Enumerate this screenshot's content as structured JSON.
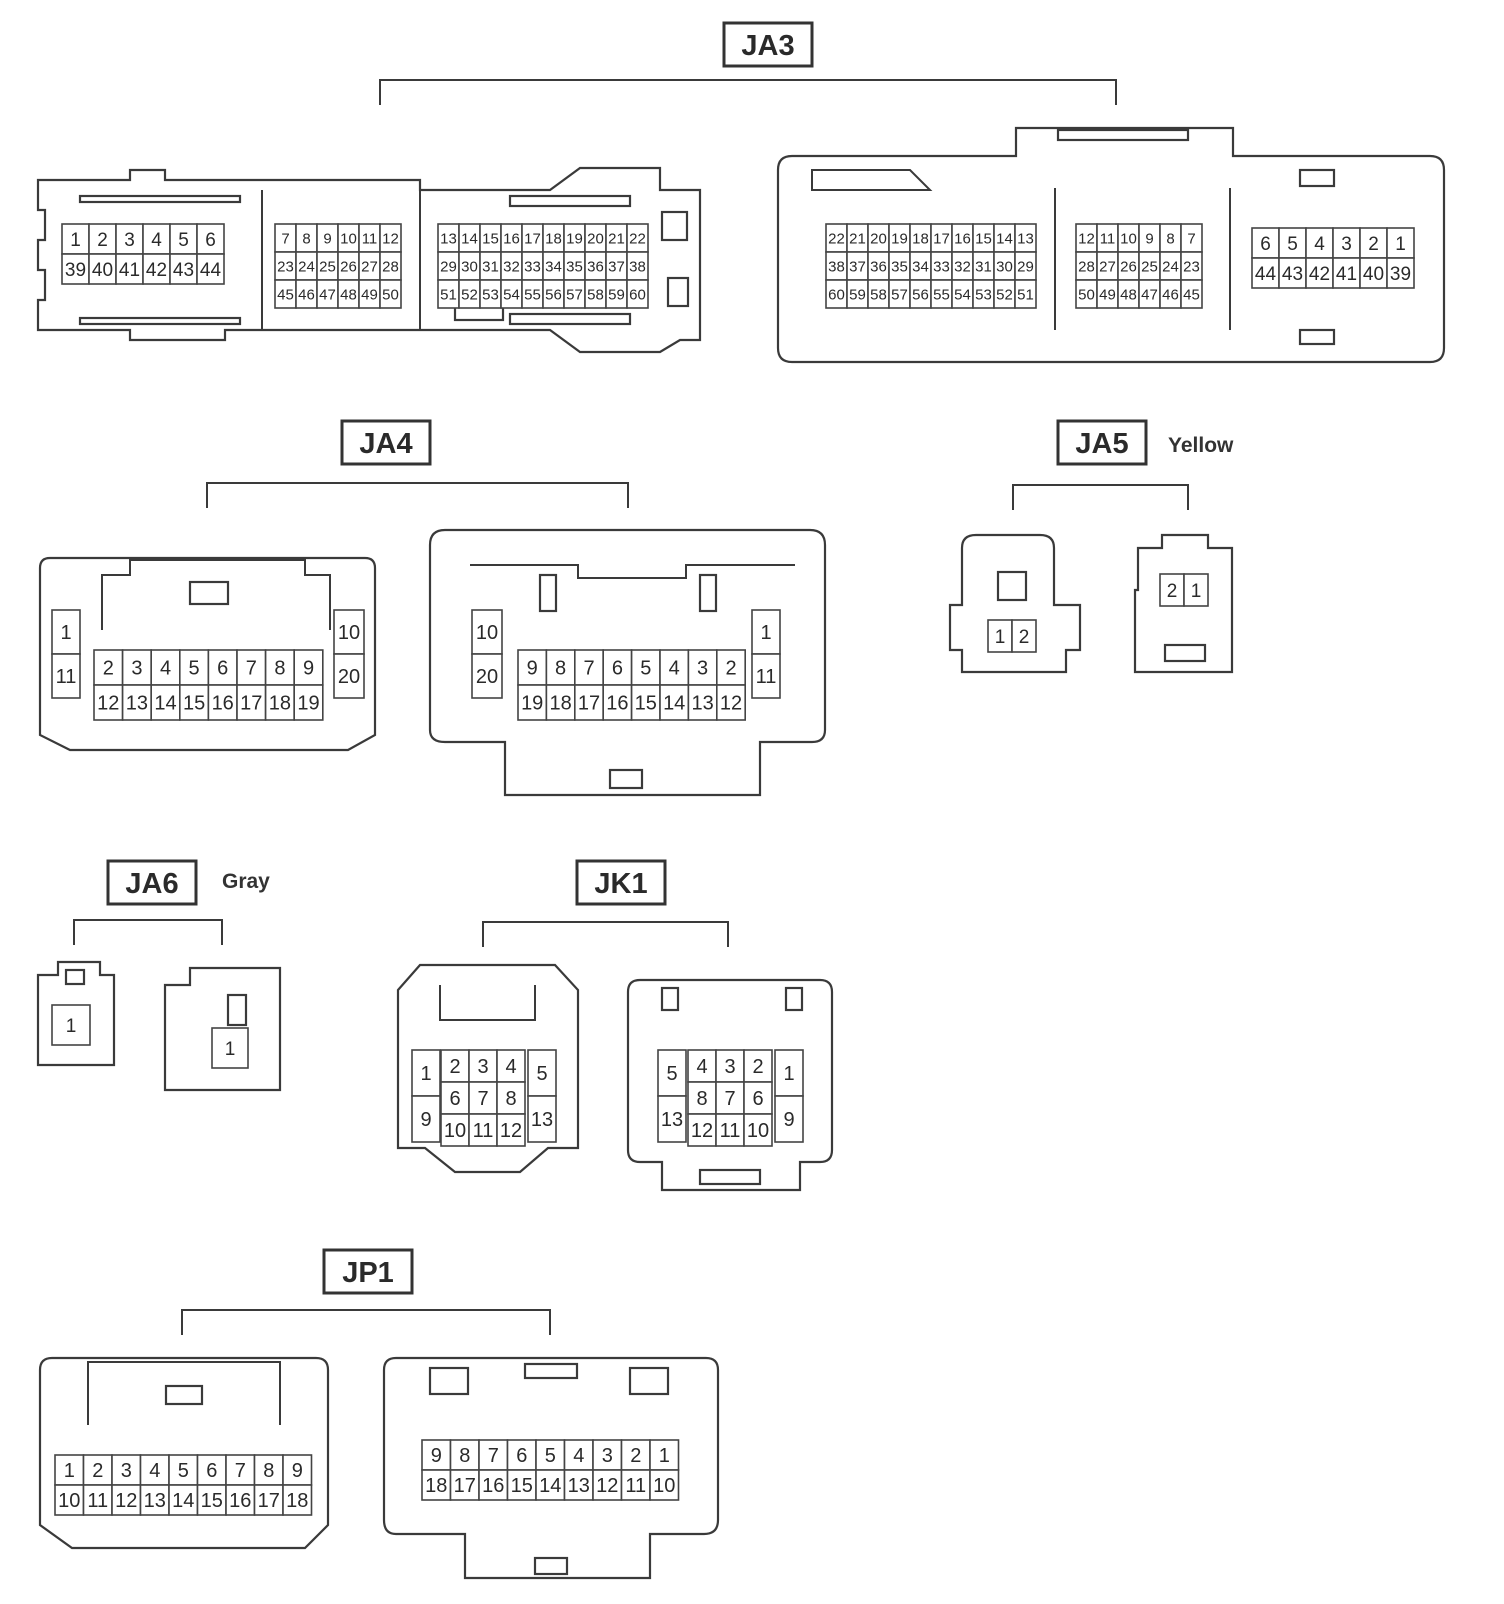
{
  "connectors": [
    {
      "id": "ja3",
      "label": "JA3",
      "color": "",
      "views": [
        [
          {
            "rows": [
              [
                "1",
                "2",
                "3",
                "4",
                "5",
                "6"
              ],
              [
                "39",
                "40",
                "41",
                "42",
                "43",
                "44"
              ]
            ]
          },
          {
            "rows": [
              [
                "7",
                "8",
                "9",
                "10",
                "11",
                "12"
              ],
              [
                "23",
                "24",
                "25",
                "26",
                "27",
                "28"
              ],
              [
                "45",
                "46",
                "47",
                "48",
                "49",
                "50"
              ]
            ]
          },
          {
            "rows": [
              [
                "13",
                "14",
                "15",
                "16",
                "17",
                "18",
                "19",
                "20",
                "21",
                "22"
              ],
              [
                "29",
                "30",
                "31",
                "32",
                "33",
                "34",
                "35",
                "36",
                "37",
                "38"
              ],
              [
                "51",
                "52",
                "53",
                "54",
                "55",
                "56",
                "57",
                "58",
                "59",
                "60"
              ]
            ]
          }
        ],
        [
          {
            "rows": [
              [
                "22",
                "21",
                "20",
                "19",
                "18",
                "17",
                "16",
                "15",
                "14",
                "13"
              ],
              [
                "38",
                "37",
                "36",
                "35",
                "34",
                "33",
                "32",
                "31",
                "30",
                "29"
              ],
              [
                "60",
                "59",
                "58",
                "57",
                "56",
                "55",
                "54",
                "53",
                "52",
                "51"
              ]
            ]
          },
          {
            "rows": [
              [
                "12",
                "11",
                "10",
                "9",
                "8",
                "7"
              ],
              [
                "28",
                "27",
                "26",
                "25",
                "24",
                "23"
              ],
              [
                "50",
                "49",
                "48",
                "47",
                "46",
                "45"
              ]
            ]
          },
          {
            "rows": [
              [
                "6",
                "5",
                "4",
                "3",
                "2",
                "1"
              ],
              [
                "44",
                "43",
                "42",
                "41",
                "40",
                "39"
              ]
            ]
          }
        ]
      ]
    },
    {
      "id": "ja4",
      "label": "JA4",
      "color": "",
      "views": [
        [
          {
            "rows": [
              [
                "1"
              ],
              [
                "11"
              ]
            ]
          },
          {
            "rows": [
              [
                "2",
                "3",
                "4",
                "5",
                "6",
                "7",
                "8",
                "9"
              ],
              [
                "12",
                "13",
                "14",
                "15",
                "16",
                "17",
                "18",
                "19"
              ]
            ]
          },
          {
            "rows": [
              [
                "10"
              ],
              [
                "20"
              ]
            ]
          }
        ],
        [
          {
            "rows": [
              [
                "10"
              ],
              [
                "20"
              ]
            ]
          },
          {
            "rows": [
              [
                "9",
                "8",
                "7",
                "6",
                "5",
                "4",
                "3",
                "2"
              ],
              [
                "19",
                "18",
                "17",
                "16",
                "15",
                "14",
                "13",
                "12"
              ]
            ]
          },
          {
            "rows": [
              [
                "1"
              ],
              [
                "11"
              ]
            ]
          }
        ]
      ]
    },
    {
      "id": "ja5",
      "label": "JA5",
      "color": "Yellow",
      "views": [
        [
          {
            "rows": [
              [
                "1",
                "2"
              ]
            ]
          }
        ],
        [
          {
            "rows": [
              [
                "2",
                "1"
              ]
            ]
          }
        ]
      ]
    },
    {
      "id": "ja6",
      "label": "JA6",
      "color": "Gray",
      "views": [
        [
          {
            "rows": [
              [
                "1"
              ]
            ]
          }
        ],
        [
          {
            "rows": [
              [
                "1"
              ]
            ]
          }
        ]
      ]
    },
    {
      "id": "jk1",
      "label": "JK1",
      "color": "",
      "views": [
        [
          {
            "rows": [
              [
                "1"
              ],
              [
                "9"
              ]
            ]
          },
          {
            "rows": [
              [
                "2",
                "3",
                "4"
              ],
              [
                "6",
                "7",
                "8"
              ],
              [
                "10",
                "11",
                "12"
              ]
            ]
          },
          {
            "rows": [
              [
                "5"
              ],
              [
                "13"
              ]
            ]
          }
        ],
        [
          {
            "rows": [
              [
                "5"
              ],
              [
                "13"
              ]
            ]
          },
          {
            "rows": [
              [
                "4",
                "3",
                "2"
              ],
              [
                "8",
                "7",
                "6"
              ],
              [
                "12",
                "11",
                "10"
              ]
            ]
          },
          {
            "rows": [
              [
                "1"
              ],
              [
                "9"
              ]
            ]
          }
        ]
      ]
    },
    {
      "id": "jp1",
      "label": "JP1",
      "color": "",
      "views": [
        [
          {
            "rows": [
              [
                "1",
                "2",
                "3",
                "4",
                "5",
                "6",
                "7",
                "8",
                "9"
              ],
              [
                "10",
                "11",
                "12",
                "13",
                "14",
                "15",
                "16",
                "17",
                "18"
              ]
            ]
          }
        ],
        [
          {
            "rows": [
              [
                "9",
                "8",
                "7",
                "6",
                "5",
                "4",
                "3",
                "2",
                "1"
              ],
              [
                "18",
                "17",
                "16",
                "15",
                "14",
                "13",
                "12",
                "11",
                "10"
              ]
            ]
          }
        ]
      ]
    }
  ]
}
